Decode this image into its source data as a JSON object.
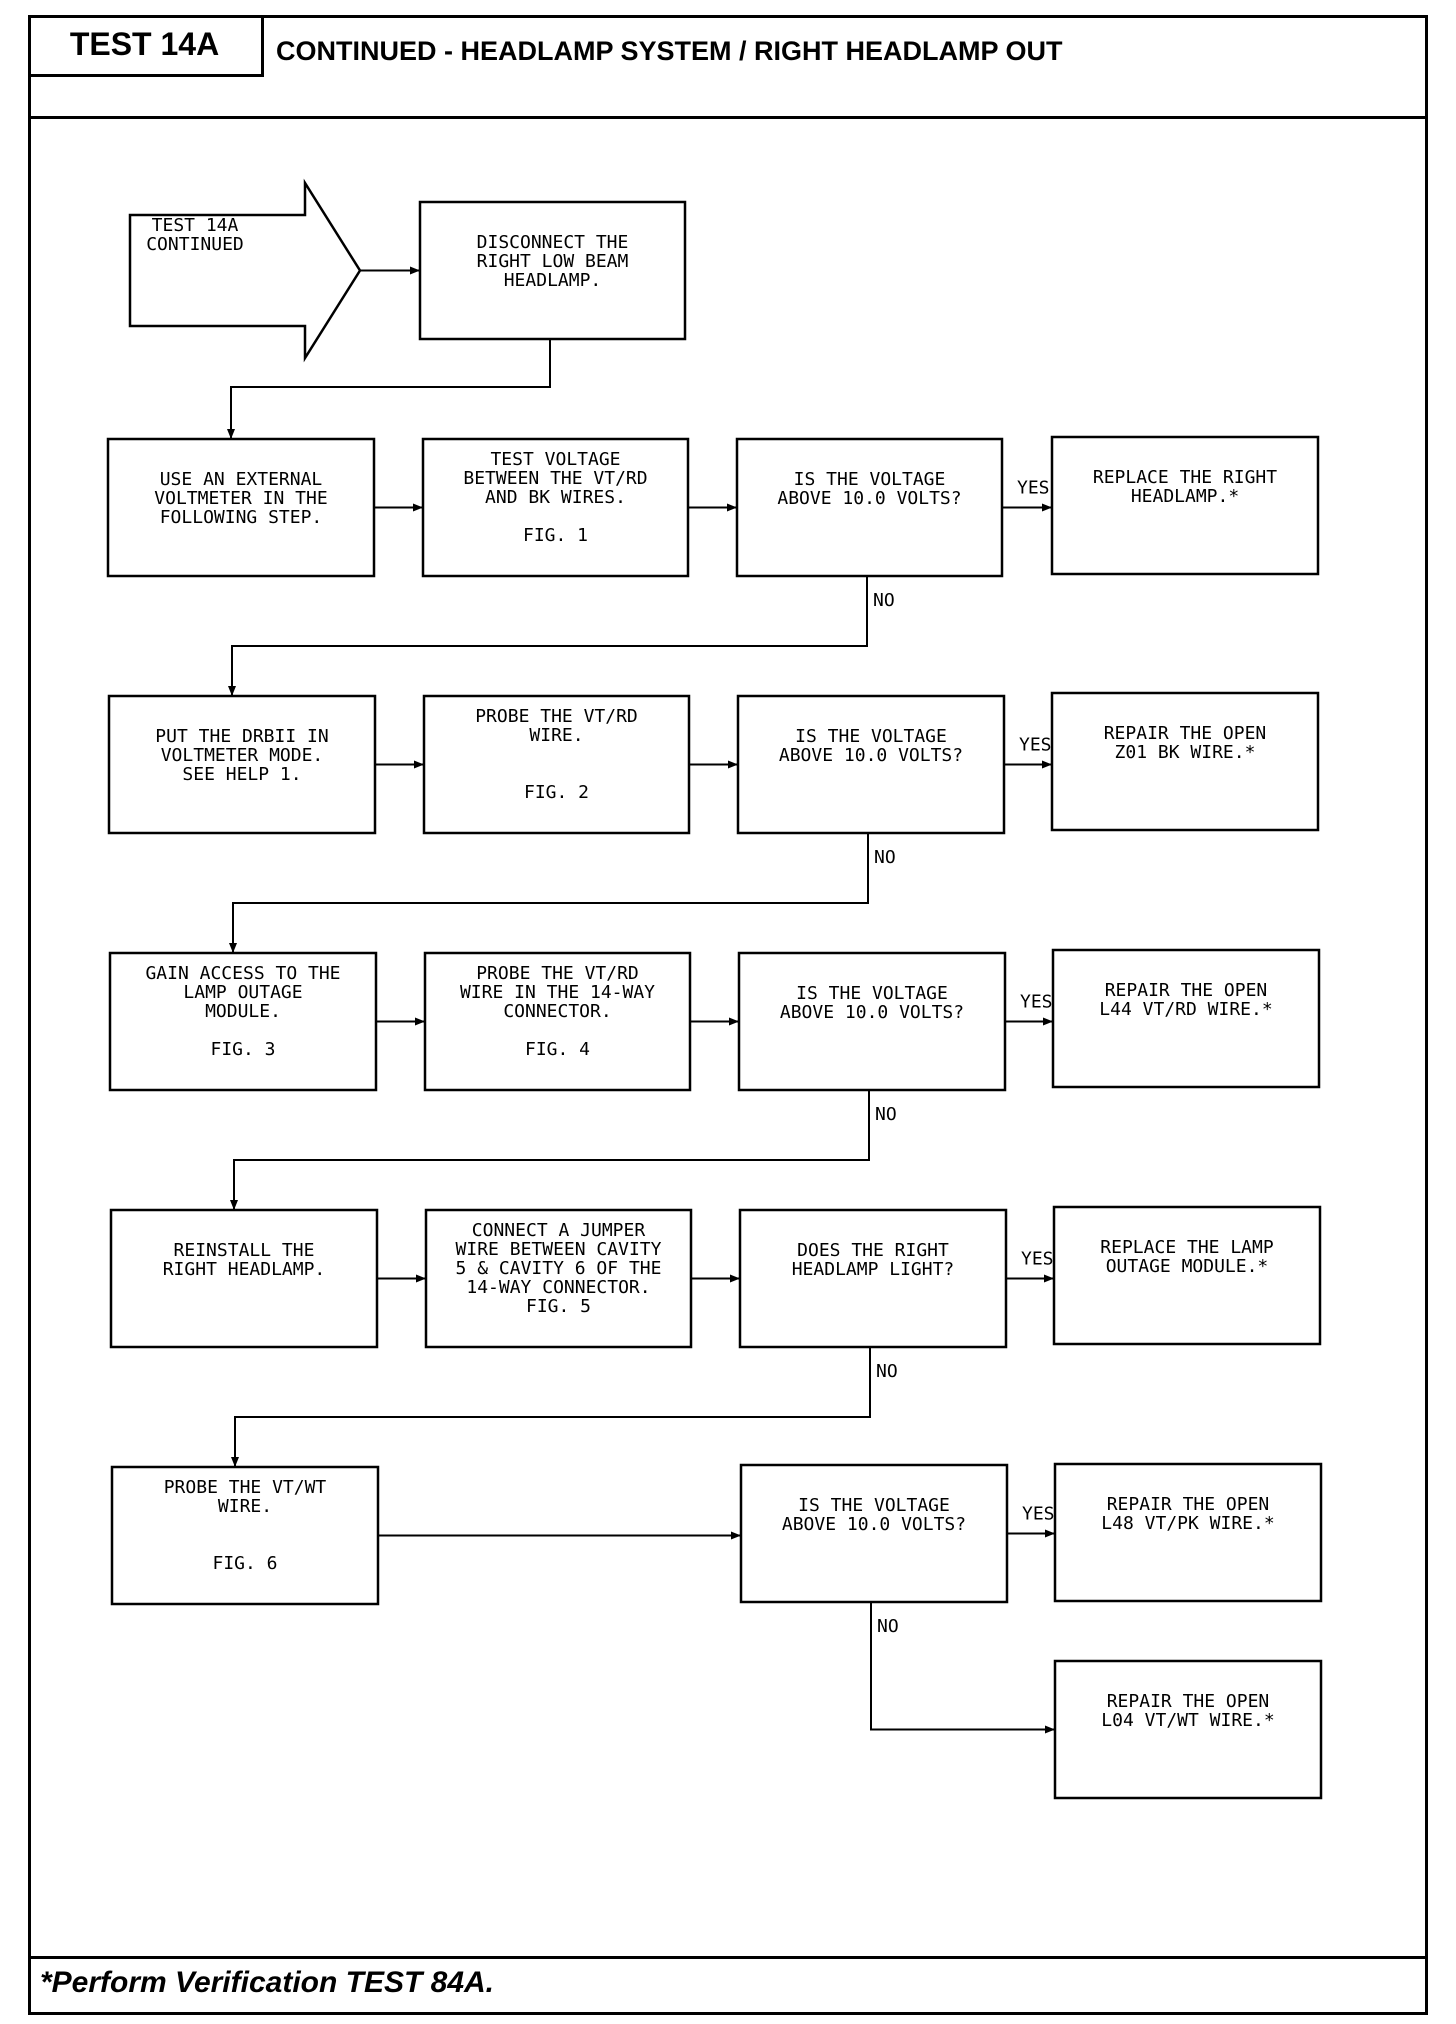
{
  "header": {
    "test_label": "TEST 14A",
    "title": "CONTINUED - HEADLAMP SYSTEM / RIGHT HEADLAMP OUT"
  },
  "footer": {
    "note": "*Perform Verification TEST 84A."
  },
  "flowchart": {
    "nodes": [
      {
        "id": "start",
        "kind": "arrow",
        "lines": [
          "TEST 14A",
          "CONTINUED"
        ]
      },
      {
        "id": "n1",
        "lines": [
          "DISCONNECT THE",
          "RIGHT LOW BEAM",
          "HEADLAMP."
        ]
      },
      {
        "id": "a1",
        "lines": [
          "USE AN EXTERNAL",
          "VOLTMETER IN THE",
          "FOLLOWING STEP."
        ]
      },
      {
        "id": "a2",
        "lines": [
          "TEST VOLTAGE",
          "BETWEEN THE VT/RD",
          "AND BK WIRES.",
          "",
          "FIG. 1"
        ]
      },
      {
        "id": "a3",
        "lines": [
          "IS THE VOLTAGE",
          "ABOVE 10.0 VOLTS?"
        ]
      },
      {
        "id": "a4",
        "lines": [
          "REPLACE THE RIGHT",
          "HEADLAMP.*"
        ]
      },
      {
        "id": "b1",
        "lines": [
          "PUT THE DRBII IN",
          "VOLTMETER MODE.",
          "SEE HELP 1."
        ]
      },
      {
        "id": "b2",
        "lines": [
          "PROBE THE VT/RD",
          "WIRE.",
          "",
          "",
          "FIG. 2"
        ]
      },
      {
        "id": "b3",
        "lines": [
          "IS THE VOLTAGE",
          "ABOVE 10.0 VOLTS?"
        ]
      },
      {
        "id": "b4",
        "lines": [
          "REPAIR THE OPEN",
          "Z01 BK WIRE.*"
        ]
      },
      {
        "id": "c1",
        "lines": [
          "GAIN ACCESS TO THE",
          "LAMP OUTAGE",
          "MODULE.",
          "",
          "FIG. 3"
        ]
      },
      {
        "id": "c2",
        "lines": [
          "PROBE THE VT/RD",
          "WIRE IN THE 14-WAY",
          "CONNECTOR.",
          "",
          "FIG. 4"
        ]
      },
      {
        "id": "c3",
        "lines": [
          "IS THE VOLTAGE",
          "ABOVE 10.0 VOLTS?"
        ]
      },
      {
        "id": "c4",
        "lines": [
          "REPAIR THE OPEN",
          "L44 VT/RD WIRE.*"
        ]
      },
      {
        "id": "d1",
        "lines": [
          "REINSTALL THE",
          "RIGHT HEADLAMP."
        ]
      },
      {
        "id": "d2",
        "lines": [
          "CONNECT A JUMPER",
          "WIRE BETWEEN CAVITY",
          "5 & CAVITY 6 OF THE",
          "14-WAY CONNECTOR.",
          "FIG. 5"
        ]
      },
      {
        "id": "d3",
        "lines": [
          "DOES THE RIGHT",
          "HEADLAMP LIGHT?"
        ]
      },
      {
        "id": "d4",
        "lines": [
          "REPLACE THE LAMP",
          "OUTAGE MODULE.*"
        ]
      },
      {
        "id": "e1",
        "lines": [
          "PROBE THE VT/WT",
          "WIRE.",
          "",
          "",
          "FIG. 6"
        ]
      },
      {
        "id": "e3",
        "lines": [
          "IS THE VOLTAGE",
          "ABOVE 10.0 VOLTS?"
        ]
      },
      {
        "id": "e4",
        "lines": [
          "REPAIR THE OPEN",
          "L48 VT/PK WIRE.*"
        ]
      },
      {
        "id": "f4",
        "lines": [
          "REPAIR THE OPEN",
          "L04 VT/WT WIRE.*"
        ]
      }
    ],
    "edges": [
      {
        "from": "start",
        "to": "n1",
        "label": ""
      },
      {
        "from": "n1",
        "to": "a1",
        "label": ""
      },
      {
        "from": "a1",
        "to": "a2",
        "label": ""
      },
      {
        "from": "a2",
        "to": "a3",
        "label": ""
      },
      {
        "from": "a3",
        "to": "a4",
        "label": "YES"
      },
      {
        "from": "a3",
        "to": "b1",
        "label": "NO"
      },
      {
        "from": "b1",
        "to": "b2",
        "label": ""
      },
      {
        "from": "b2",
        "to": "b3",
        "label": ""
      },
      {
        "from": "b3",
        "to": "b4",
        "label": "YES"
      },
      {
        "from": "b3",
        "to": "c1",
        "label": "NO"
      },
      {
        "from": "c1",
        "to": "c2",
        "label": ""
      },
      {
        "from": "c2",
        "to": "c3",
        "label": ""
      },
      {
        "from": "c3",
        "to": "c4",
        "label": "YES"
      },
      {
        "from": "c3",
        "to": "d1",
        "label": "NO"
      },
      {
        "from": "d1",
        "to": "d2",
        "label": ""
      },
      {
        "from": "d2",
        "to": "d3",
        "label": ""
      },
      {
        "from": "d3",
        "to": "d4",
        "label": "YES"
      },
      {
        "from": "d3",
        "to": "e1",
        "label": "NO"
      },
      {
        "from": "e1",
        "to": "e3",
        "label": ""
      },
      {
        "from": "e3",
        "to": "e4",
        "label": "YES"
      },
      {
        "from": "e3",
        "to": "f4",
        "label": "NO"
      }
    ]
  }
}
